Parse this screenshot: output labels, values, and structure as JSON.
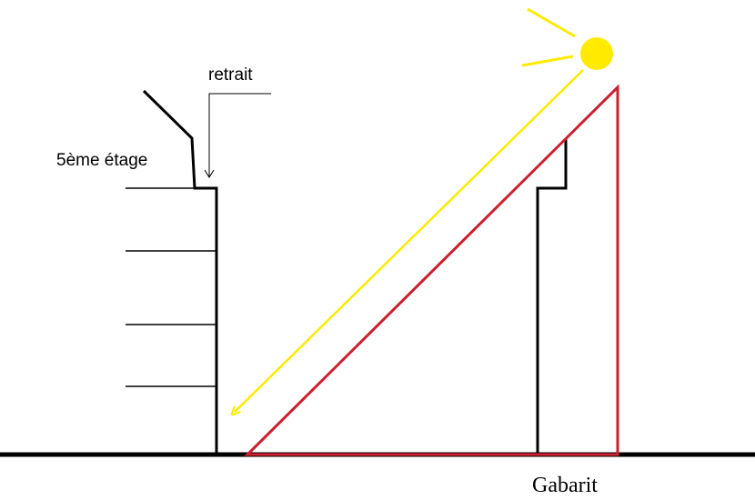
{
  "labels": {
    "retrait": "retrait",
    "etage": "5ème étage",
    "gabarit": "Gabarit"
  },
  "colors": {
    "ground": "#000000",
    "building": "#000000",
    "floor_lines": "#000000",
    "sun": "#ffea00",
    "sun_ray": "#ffea00",
    "gabarit_triangle": "#cc1f2f"
  },
  "icons": {
    "sun": "sun-icon",
    "light_ray": "arrow-icon",
    "pointer": "arrow-down-icon"
  }
}
